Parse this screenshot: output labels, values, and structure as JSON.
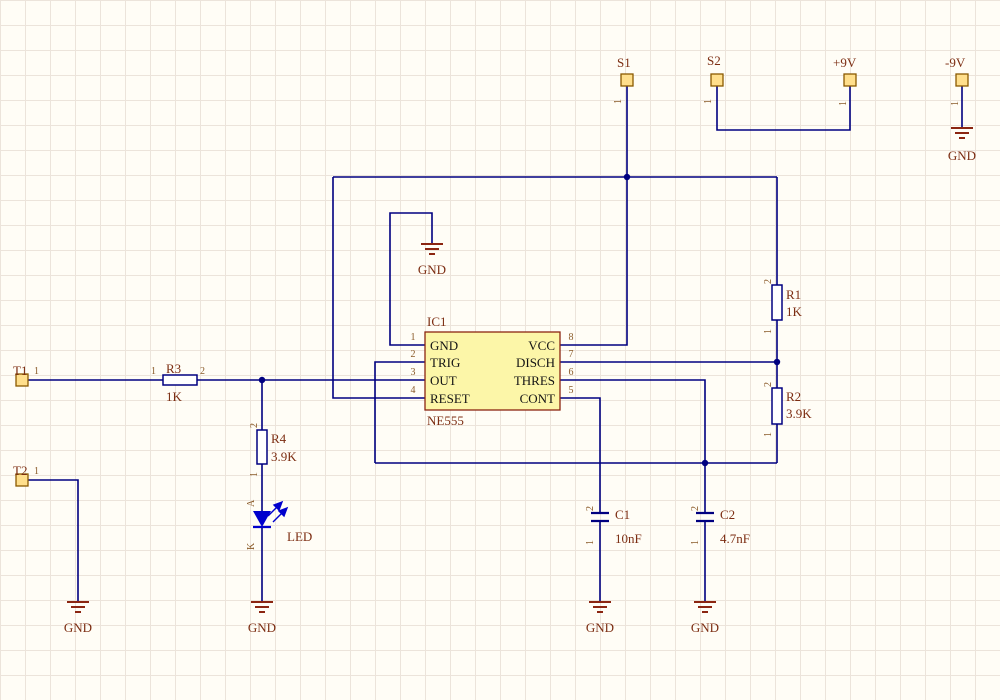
{
  "colors": {
    "wire": "#000080",
    "component_text": "#7c2d12",
    "pin_number_text": "#8a5a28",
    "gnd_symbol": "#8b2511",
    "pad_fill": "#ffdf8c",
    "pad_border": "#8a5a00",
    "ic_fill": "#fcf6a8",
    "ic_border": "#8b2511",
    "led_blue": "#0000cd",
    "grid": "#ece4db",
    "background": "#fffdf6"
  },
  "ic": {
    "designator": "IC1",
    "part": "NE555",
    "pins_left": [
      {
        "num": "1",
        "name": "GND"
      },
      {
        "num": "2",
        "name": "TRIG"
      },
      {
        "num": "3",
        "name": "OUT"
      },
      {
        "num": "4",
        "name": "RESET"
      }
    ],
    "pins_right": [
      {
        "num": "8",
        "name": "VCC"
      },
      {
        "num": "7",
        "name": "DISCH"
      },
      {
        "num": "6",
        "name": "THRES"
      },
      {
        "num": "5",
        "name": "CONT"
      }
    ]
  },
  "resistors": [
    {
      "ref": "R1",
      "value": "1K",
      "pin1": "1",
      "pin2": "2"
    },
    {
      "ref": "R2",
      "value": "3.9K",
      "pin1": "1",
      "pin2": "2"
    },
    {
      "ref": "R3",
      "value": "1K",
      "pin1": "1",
      "pin2": "2"
    },
    {
      "ref": "R4",
      "value": "3.9K",
      "pin1": "1",
      "pin2": "2"
    }
  ],
  "capacitors": [
    {
      "ref": "C1",
      "value": "10nF",
      "pin1": "1",
      "pin2": "2"
    },
    {
      "ref": "C2",
      "value": "4.7nF",
      "pin1": "1",
      "pin2": "2"
    }
  ],
  "led": {
    "designator": "LED",
    "anode": "A",
    "cathode": "K"
  },
  "ports": [
    {
      "ref": "T1",
      "pin": "1"
    },
    {
      "ref": "T2",
      "pin": "1"
    },
    {
      "ref": "S1",
      "pin": "1"
    },
    {
      "ref": "S2",
      "pin": "1"
    },
    {
      "ref": "+9V",
      "pin": "1"
    },
    {
      "ref": "-9V",
      "pin": "1"
    }
  ],
  "labels": {
    "gnd": "GND"
  }
}
